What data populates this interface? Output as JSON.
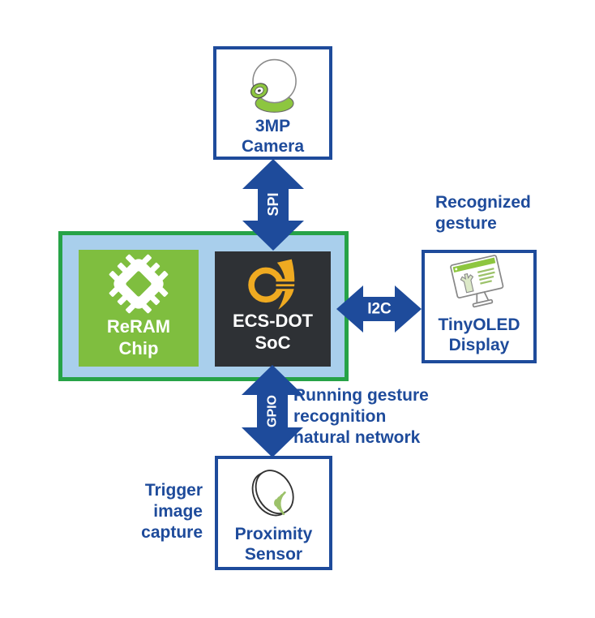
{
  "colors": {
    "accent_blue": "#1e4b9b",
    "block_border_green": "#27a347",
    "block_fill_light_blue": "#a9cfec",
    "chip_green": "#7fbe3f",
    "soc_dark": "#2e3135",
    "logo_gold": "#efaa21",
    "icon_green": "#8dc63f"
  },
  "nodes": {
    "camera": {
      "line1": "3MP",
      "line2": "Camera",
      "icon": "webcam-icon"
    },
    "reram": {
      "line1": "ReRAM",
      "line2": "Chip",
      "icon": "chip-icon"
    },
    "soc": {
      "line1": "ECS-DOT",
      "line2": "SoC",
      "icon": "ecs-dot-logo-icon"
    },
    "display": {
      "line1": "TinyOLED",
      "line2": "Display",
      "icon": "monitor-icon"
    },
    "sensor": {
      "line1": "Proximity",
      "line2": "Sensor",
      "icon": "proximity-disc-icon"
    }
  },
  "buses": {
    "spi": "SPI",
    "i2c": "I2C",
    "gpio": "GPIO"
  },
  "annotations": {
    "recognized_gesture": {
      "line1": "Recognized",
      "line2": "gesture"
    },
    "running_network": {
      "line1": "Running gesture",
      "line2": "recognition",
      "line3": "natural network"
    },
    "trigger_capture": {
      "line1": "Trigger",
      "line2": "image",
      "line3": "capture"
    }
  }
}
